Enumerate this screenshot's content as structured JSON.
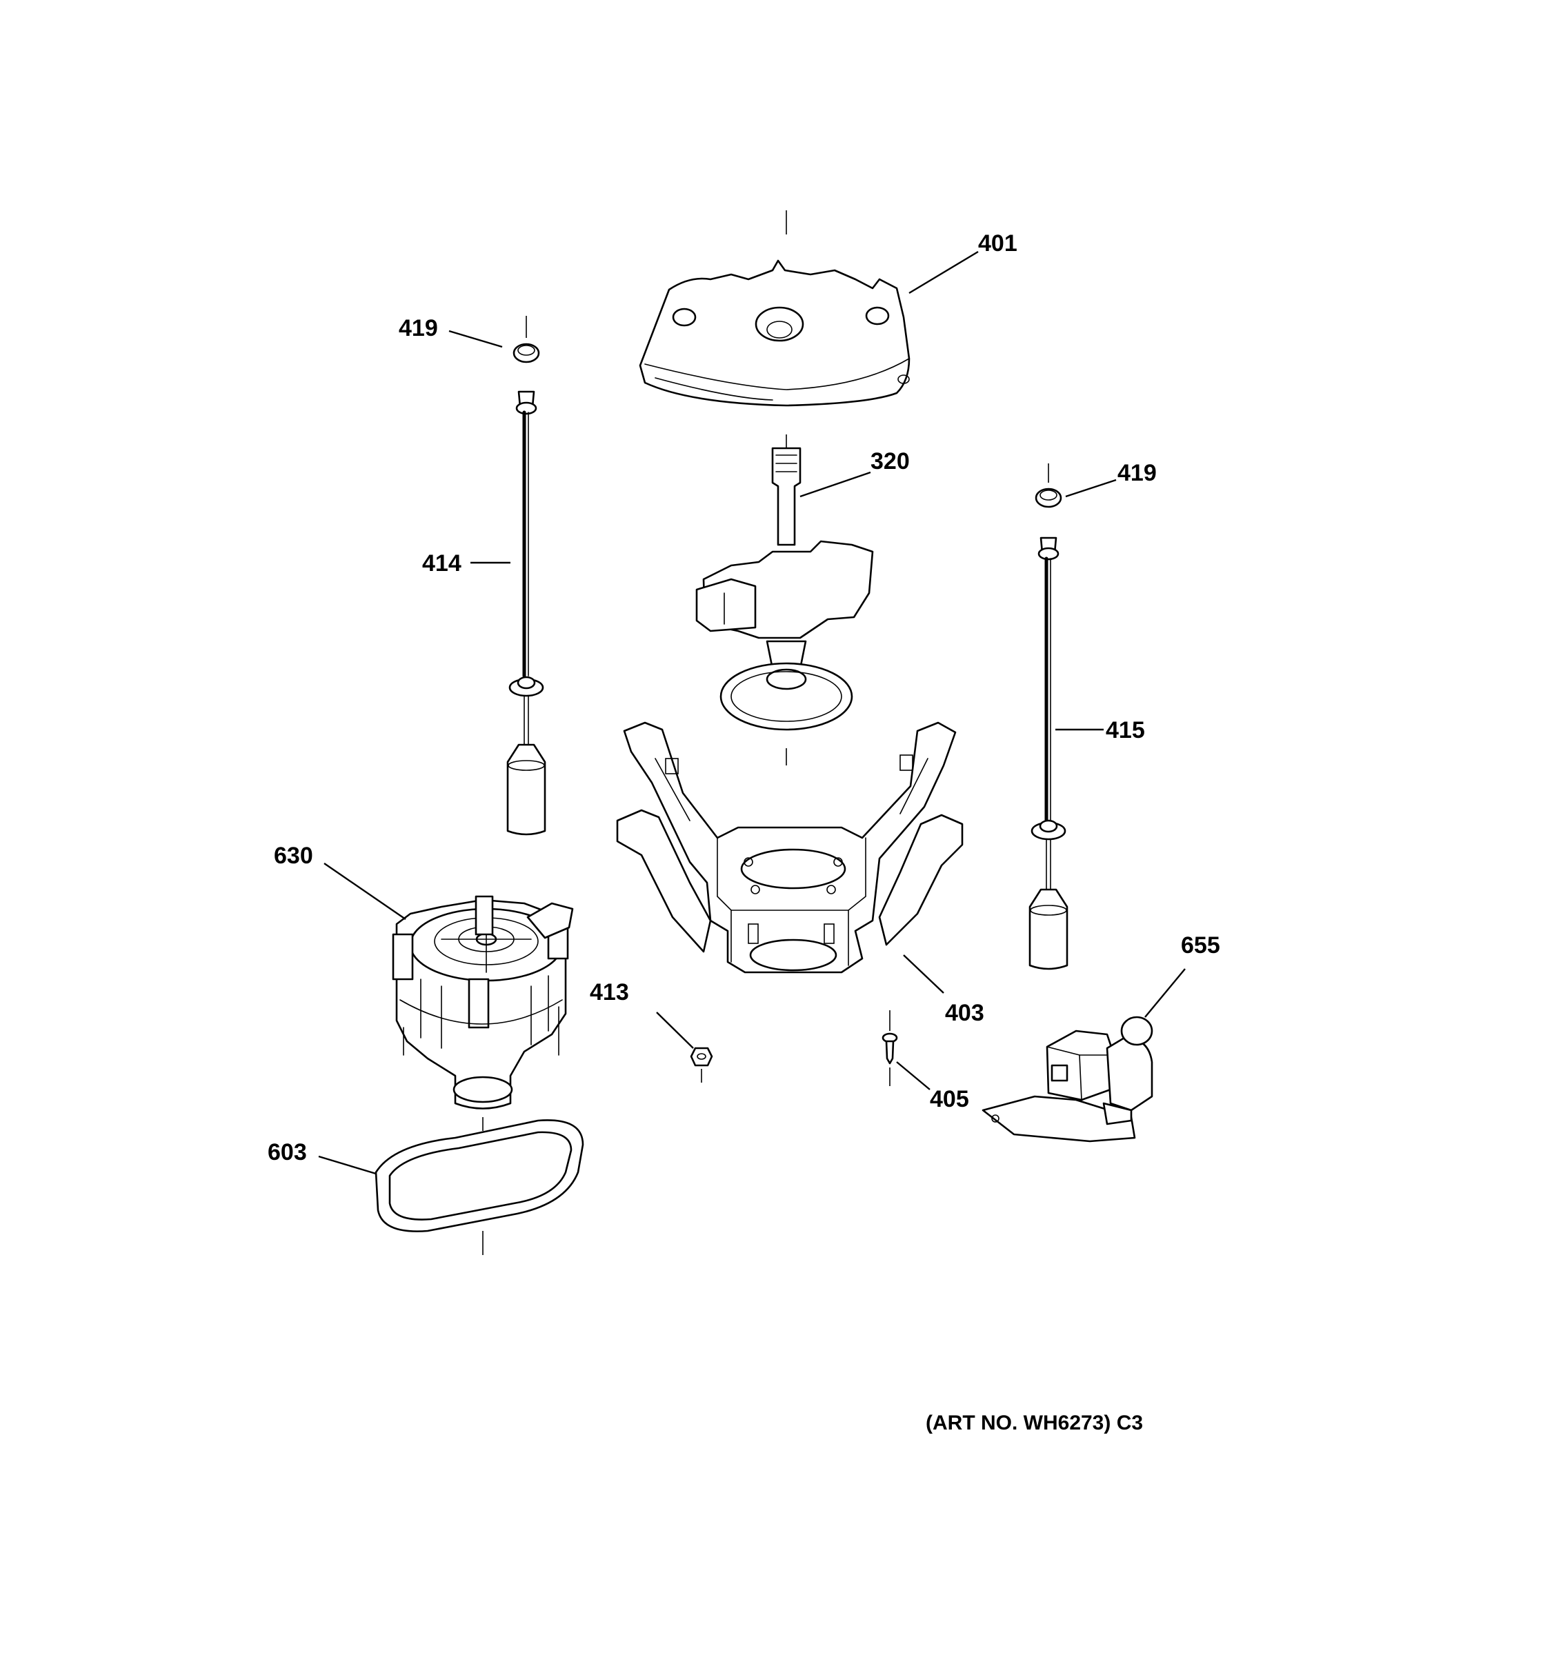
{
  "diagram": {
    "art_number": "(ART NO. WH6273) C3",
    "callouts": {
      "p401": "401",
      "p419a": "419",
      "p419b": "419",
      "p320": "320",
      "p414": "414",
      "p415": "415",
      "p630": "630",
      "p403": "403",
      "p413": "413",
      "p405": "405",
      "p655": "655",
      "p603": "603"
    }
  }
}
